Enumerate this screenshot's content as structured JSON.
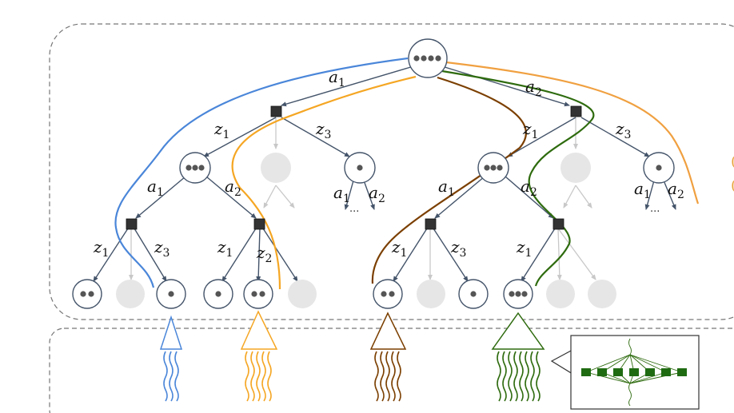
{
  "tree": {
    "root_action_labels": [
      "a1",
      "a2"
    ],
    "decision_branch_labels": [
      "z1",
      "z3"
    ],
    "mid_action_labels": [
      "a1",
      "a2"
    ],
    "leaf_action_labels": [
      "a1",
      "a2"
    ],
    "lower_left_branch_labels": [
      "z1",
      "z3"
    ],
    "lower_mid_branch_labels": [
      "z1",
      "z2"
    ],
    "lower_right_branch_labels": [
      "z1",
      "z3"
    ],
    "lower_far_branch_label": "z1",
    "ellipsis": "..."
  },
  "colors": {
    "blue_path": "#4a86d9",
    "orange_path": "#f5a623",
    "brown_path": "#7b3f00",
    "green_path": "#2e6b0e",
    "tree_edge": "#44546a",
    "faded_edge": "#c8c8c8",
    "faded_node": "#e6e6e6",
    "decision_node": "#333333"
  },
  "icons": {
    "tree_node": "circle-node-icon",
    "decision": "square-decision-icon",
    "network": "neural-network-icon"
  }
}
